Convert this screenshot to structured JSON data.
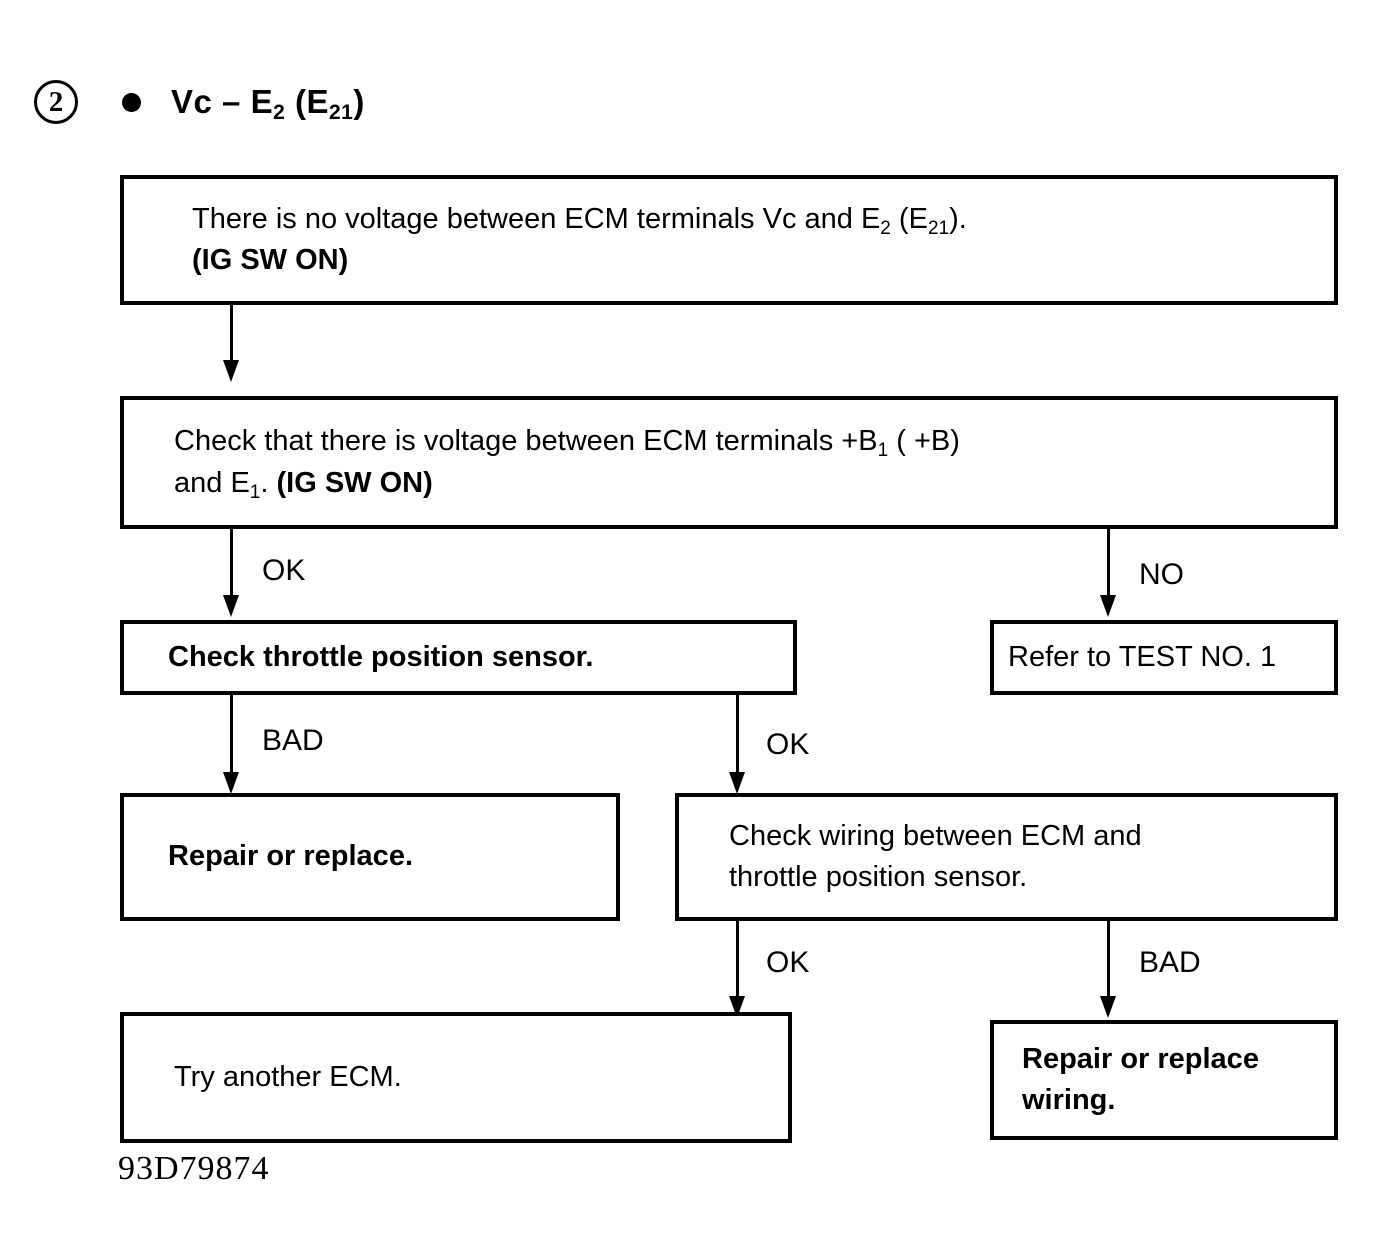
{
  "header": {
    "step_number": "2",
    "bullet": "bullet-dot",
    "title_parts": {
      "vc": "Vc",
      "dash": "–",
      "e2": "E",
      "e2_sub": "2",
      "paren_open": "(E",
      "e21_sub": "21",
      "paren_close": ")"
    },
    "title_text": "Vc – E2 (E21)"
  },
  "boxes": [
    {
      "id": "no-voltage",
      "line1": "There is no voltage between ECM terminals Vc and E",
      "line1_sub": "2",
      "line1_tail": " (E",
      "line1_sub2": "21",
      "line1_end": ").",
      "line2": "(IG SW ON)"
    },
    {
      "id": "check-voltage",
      "line1_a": "Check that there is voltage between ECM terminals  +B",
      "line1_sub": "1",
      "line1_b": " ( +B)",
      "line2_a": "and E",
      "line2_sub": "1",
      "line2_b": ".",
      "line2_bold": "(IG SW ON)"
    },
    {
      "id": "check-tps",
      "text": "Check throttle position sensor."
    },
    {
      "id": "refer-test",
      "text": "Refer to TEST NO. 1"
    },
    {
      "id": "repair-replace",
      "text": "Repair or replace."
    },
    {
      "id": "check-wiring",
      "line1": "Check wiring between ECM and",
      "line2": "throttle position sensor."
    },
    {
      "id": "try-ecm",
      "text": "Try another ECM."
    },
    {
      "id": "repair-wiring",
      "line1": "Repair or replace",
      "line2": "wiring."
    }
  ],
  "edges": [
    {
      "id": "edge-box1-box2",
      "label": ""
    },
    {
      "id": "edge-ok-tps",
      "label": "OK"
    },
    {
      "id": "edge-no-test",
      "label": "NO"
    },
    {
      "id": "edge-bad-repair",
      "label": "BAD"
    },
    {
      "id": "edge-ok-wiring",
      "label": "OK"
    },
    {
      "id": "edge-ok-ecm",
      "label": "OK"
    },
    {
      "id": "edge-bad-wiring",
      "label": "BAD"
    }
  ],
  "footer": {
    "code": "93D79874"
  },
  "colors": {
    "ink": "#000000",
    "paper": "#ffffff"
  }
}
